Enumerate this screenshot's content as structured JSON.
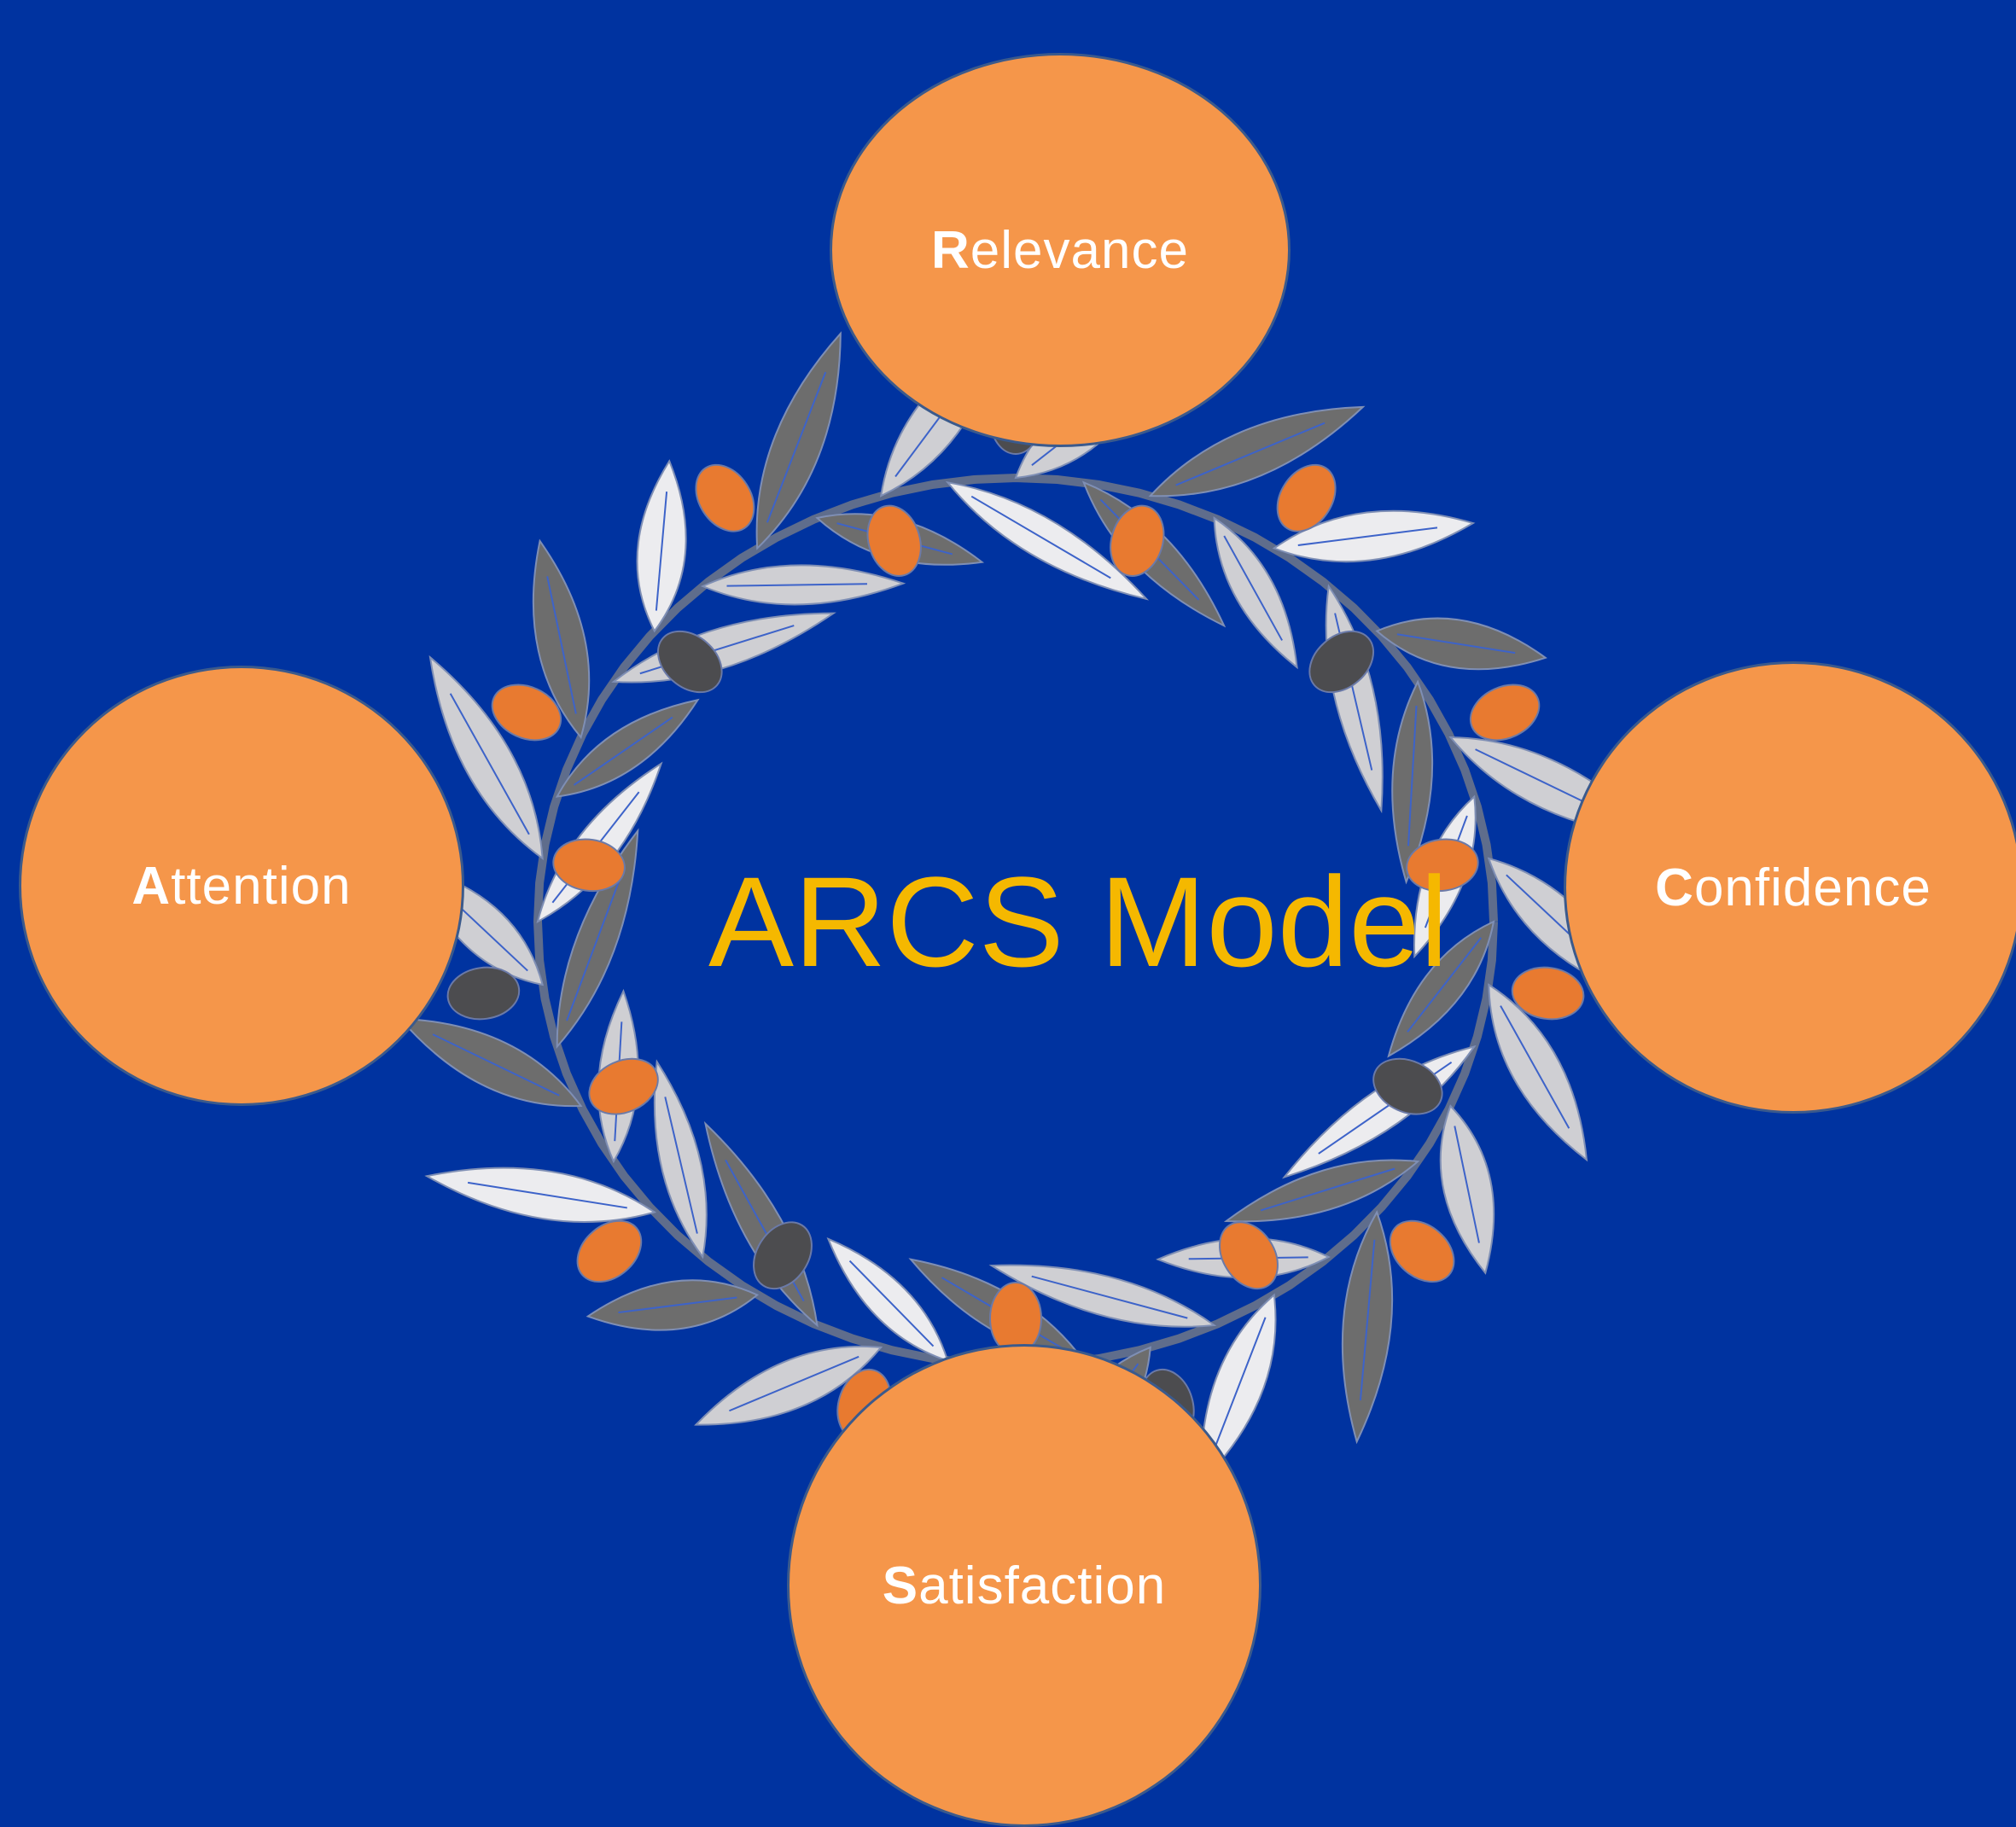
{
  "title": "ARCS Model",
  "nodes": {
    "relevance": {
      "initial": "R",
      "rest": "elevance"
    },
    "attention": {
      "initial": "A",
      "rest": "ttention"
    },
    "confidence": {
      "initial": "C",
      "rest": "onfidence"
    },
    "satisfaction": {
      "initial": "S",
      "rest": "atisfaction"
    }
  },
  "colors": {
    "background": "#0033a0",
    "node_fill": "#f5964a",
    "title": "#f5b800",
    "leaf_dark": "#6d6d6d",
    "leaf_light": "#cfcfd3",
    "leaf_white": "#ececef",
    "berry_orange": "#e87a30",
    "berry_dark": "#4c4c4f"
  }
}
